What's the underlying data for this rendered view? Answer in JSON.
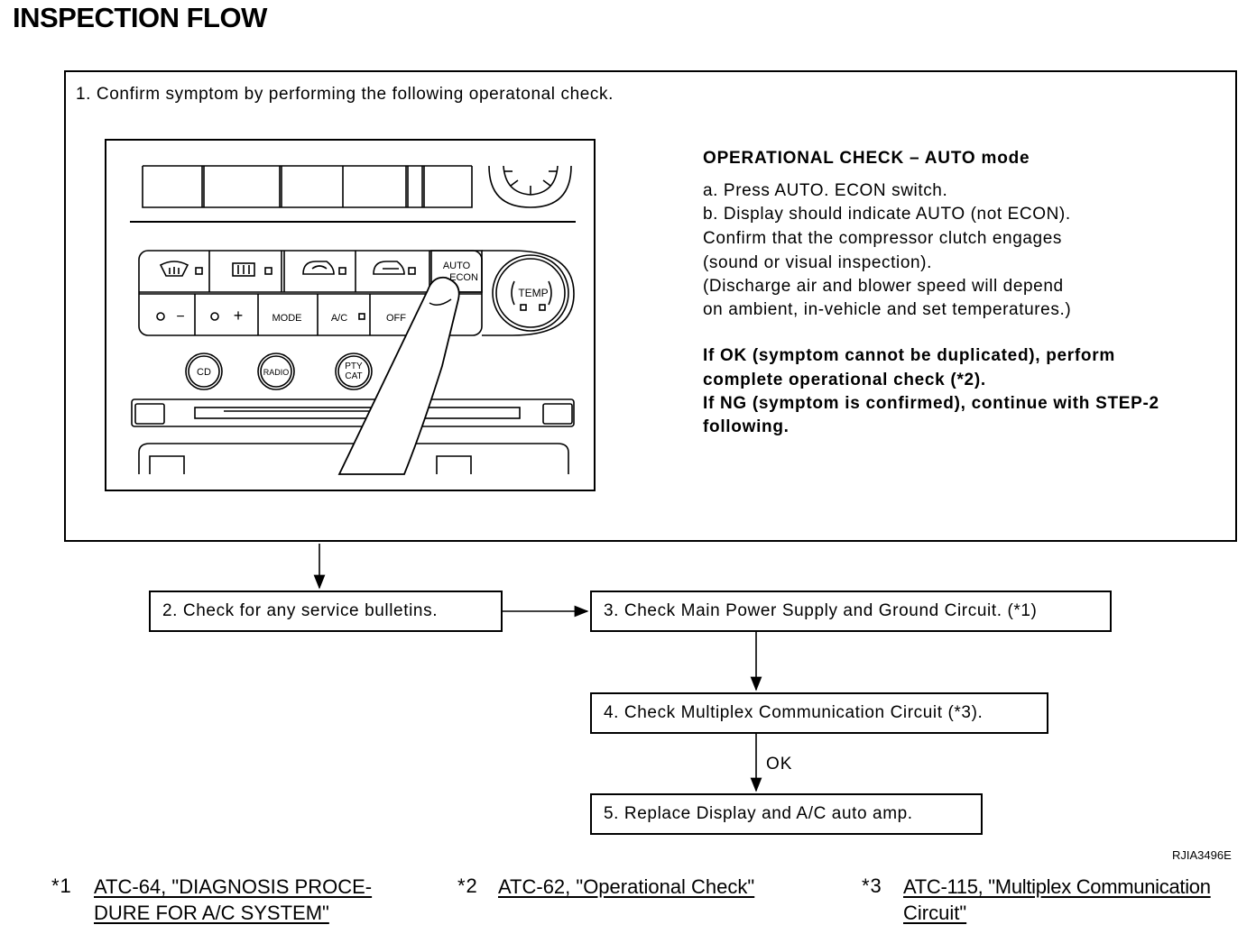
{
  "title": "INSPECTION FLOW",
  "step1": {
    "text": "1. Confirm symptom by performing the following operatonal check."
  },
  "panel": {
    "buttons": {
      "auto_line1": "AUTO",
      "auto_line2": "ECON",
      "fan_minus": "−",
      "fan_plus": "+",
      "mode": "MODE",
      "ac": "A/C",
      "off": "OFF",
      "temp": "TEMP",
      "cd": "CD",
      "radio": "RADIO",
      "pty_line1": "PTY",
      "pty_line2": "CAT"
    }
  },
  "operational_check": {
    "title": "OPERATIONAL CHECK – AUTO mode",
    "lines": [
      "a. Press AUTO. ECON switch.",
      "b. Display should indicate AUTO (not ECON).",
      "Confirm that the compressor clutch engages",
      "(sound or visual inspection).",
      "(Discharge air and blower speed will depend",
      "on ambient, in-vehicle and set temperatures.)"
    ],
    "result_lines": [
      "If OK (symptom cannot be duplicated), perform",
      "complete operational check (*2).",
      "If NG (symptom is confirmed), continue with STEP-2",
      "following."
    ]
  },
  "flow": {
    "step2": "2. Check for any service bulletins.",
    "step3": "3. Check Main Power Supply and Ground Circuit. (*1)",
    "step4": "4. Check Multiplex Communication Circuit (*3).",
    "ok_label": "OK",
    "step5": "5. Replace Display and A/C auto amp."
  },
  "figure_code": "RJIA3496E",
  "footnotes": [
    {
      "mark": "*1",
      "line1": "ATC-64, \"DIAGNOSIS PROCE-",
      "line2": "DURE FOR A/C SYSTEM\""
    },
    {
      "mark": "*2",
      "line1": "ATC-62, \"Operational Check\"",
      "line2": ""
    },
    {
      "mark": "*3",
      "line1": "ATC-115, \"Multiplex Communication",
      "line2": "Circuit\""
    }
  ]
}
